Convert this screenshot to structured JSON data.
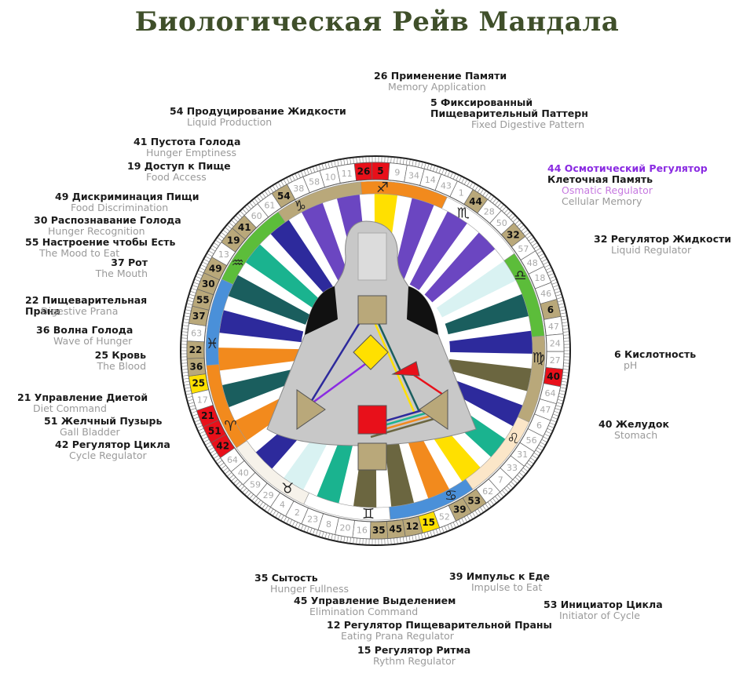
{
  "title": "Биологическая Рейв Мандала",
  "labels": {
    "g26": {
      "ru": "26 Применение Памяти",
      "en": "Memory Application"
    },
    "g5": {
      "ru": "5 Фиксированный\nПищеварительный Паттерн",
      "en": "Fixed Digestive Pattern"
    },
    "g54": {
      "ru": "54 Продуцирование Жидкости",
      "en": "Liquid Production"
    },
    "g41": {
      "ru": "41 Пустота Голода",
      "en": "Hunger Emptiness"
    },
    "g19": {
      "ru": "19 Доступ к Пище",
      "en": "Food Access"
    },
    "g44": {
      "ru": "44 Осмотический Регулятор",
      "ru2": "Клеточная Память",
      "en": "Osmatic Regulator",
      "en2": "Cellular Memory"
    },
    "g49": {
      "ru": "49 Дискриминация Пищи",
      "en": "Food Discrimination"
    },
    "g30": {
      "ru": "30 Распознавание Голода",
      "en": "Hunger Recognition"
    },
    "g55": {
      "ru": "55 Настроение чтобы Есть",
      "en": "The Mood to Eat"
    },
    "g37": {
      "ru": "37 Рот",
      "en": "The Mouth"
    },
    "g32": {
      "ru": "32 Регулятор Жидкости",
      "en": "Liquid Regulator"
    },
    "g22": {
      "ru": "22 Пищеварительная\nПрана",
      "en": "Digestive Prana"
    },
    "g36": {
      "ru": "36 Волна Голода",
      "en": "Wave of Hunger"
    },
    "g25": {
      "ru": "25 Кровь",
      "en": "The Blood"
    },
    "g6": {
      "ru": "6 Кислотность",
      "en": "pH"
    },
    "g21": {
      "ru": "21 Управление Диетой",
      "en": "Diet Command"
    },
    "g51": {
      "ru": "51 Желчный Пузырь",
      "en": "Gall Bladder"
    },
    "g42": {
      "ru": "42 Регулятор Цикла",
      "en": "Cycle Regulator"
    },
    "g40": {
      "ru": "40 Желудок",
      "en": "Stomach"
    },
    "g35": {
      "ru": "35 Сытость",
      "en": "Hunger Fullness"
    },
    "g39": {
      "ru": "39 Импульс к Еде",
      "en": "Impulse to Eat"
    },
    "g45": {
      "ru": "45 Управление Выделением",
      "en": "Elimination Command"
    },
    "g53": {
      "ru": "53 Инициатор Цикла",
      "en": "Initiator of Cycle"
    },
    "g12": {
      "ru": "12 Регулятор Пищеварительной Праны",
      "en": "Eating Prana Regulator"
    },
    "g15": {
      "ru": "15 Регулятор Ритма",
      "en": "Rythm Regulator"
    }
  },
  "wheel": {
    "outer_gates": [
      {
        "n": "26",
        "color": "#e8101a",
        "text": "#111"
      },
      {
        "n": "5",
        "color": "#e8101a",
        "text": "#111"
      },
      {
        "n": "9",
        "color": "#ffffff",
        "text": "#aaa"
      },
      {
        "n": "34",
        "color": "#ffffff",
        "text": "#aaa"
      },
      {
        "n": "14",
        "color": "#ffffff",
        "text": "#aaa"
      },
      {
        "n": "43",
        "color": "#ffffff",
        "text": "#aaa"
      },
      {
        "n": "1",
        "color": "#ffffff",
        "text": "#aaa"
      },
      {
        "n": "44",
        "color": "#b9a87a",
        "text": "#111"
      },
      {
        "n": "28",
        "color": "#ffffff",
        "text": "#aaa"
      },
      {
        "n": "50",
        "color": "#ffffff",
        "text": "#aaa"
      },
      {
        "n": "32",
        "color": "#b9a87a",
        "text": "#111"
      },
      {
        "n": "57",
        "color": "#ffffff",
        "text": "#aaa"
      },
      {
        "n": "48",
        "color": "#ffffff",
        "text": "#aaa"
      },
      {
        "n": "18",
        "color": "#ffffff",
        "text": "#aaa"
      },
      {
        "n": "46",
        "color": "#ffffff",
        "text": "#aaa"
      },
      {
        "n": "6",
        "color": "#b9a87a",
        "text": "#111"
      },
      {
        "n": "47",
        "color": "#ffffff",
        "text": "#aaa"
      },
      {
        "n": "24",
        "color": "#ffffff",
        "text": "#aaa"
      },
      {
        "n": "27",
        "color": "#ffffff",
        "text": "#aaa"
      },
      {
        "n": "40",
        "color": "#e8101a",
        "text": "#111"
      },
      {
        "n": "64",
        "color": "#ffffff",
        "text": "#aaa"
      },
      {
        "n": "47",
        "color": "#ffffff",
        "text": "#aaa"
      },
      {
        "n": "6",
        "color": "#ffffff",
        "text": "#aaa"
      },
      {
        "n": "56",
        "color": "#ffffff",
        "text": "#aaa"
      },
      {
        "n": "31",
        "color": "#ffffff",
        "text": "#aaa"
      },
      {
        "n": "33",
        "color": "#ffffff",
        "text": "#aaa"
      },
      {
        "n": "7",
        "color": "#ffffff",
        "text": "#aaa"
      },
      {
        "n": "62",
        "color": "#ffffff",
        "text": "#aaa"
      },
      {
        "n": "53",
        "color": "#b9a87a",
        "text": "#111"
      },
      {
        "n": "39",
        "color": "#b9a87a",
        "text": "#111"
      },
      {
        "n": "52",
        "color": "#ffffff",
        "text": "#aaa"
      },
      {
        "n": "15",
        "color": "#ffe000",
        "text": "#111"
      },
      {
        "n": "12",
        "color": "#b9a87a",
        "text": "#111"
      },
      {
        "n": "45",
        "color": "#b9a87a",
        "text": "#111"
      },
      {
        "n": "35",
        "color": "#b9a87a",
        "text": "#111"
      },
      {
        "n": "16",
        "color": "#ffffff",
        "text": "#aaa"
      },
      {
        "n": "20",
        "color": "#ffffff",
        "text": "#aaa"
      },
      {
        "n": "8",
        "color": "#ffffff",
        "text": "#aaa"
      },
      {
        "n": "23",
        "color": "#ffffff",
        "text": "#aaa"
      },
      {
        "n": "2",
        "color": "#ffffff",
        "text": "#aaa"
      },
      {
        "n": "4",
        "color": "#ffffff",
        "text": "#aaa"
      },
      {
        "n": "29",
        "color": "#ffffff",
        "text": "#aaa"
      },
      {
        "n": "59",
        "color": "#ffffff",
        "text": "#aaa"
      },
      {
        "n": "40",
        "color": "#ffffff",
        "text": "#aaa"
      },
      {
        "n": "64",
        "color": "#ffffff",
        "text": "#aaa"
      },
      {
        "n": "42",
        "color": "#e8101a",
        "text": "#111"
      },
      {
        "n": "51",
        "color": "#e8101a",
        "text": "#111"
      },
      {
        "n": "21",
        "color": "#e8101a",
        "text": "#111"
      },
      {
        "n": "17",
        "color": "#ffffff",
        "text": "#aaa"
      },
      {
        "n": "25",
        "color": "#ffe000",
        "text": "#111"
      },
      {
        "n": "36",
        "color": "#b9a87a",
        "text": "#111"
      },
      {
        "n": "22",
        "color": "#b9a87a",
        "text": "#111"
      },
      {
        "n": "63",
        "color": "#ffffff",
        "text": "#aaa"
      },
      {
        "n": "37",
        "color": "#b9a87a",
        "text": "#111"
      },
      {
        "n": "55",
        "color": "#b9a87a",
        "text": "#111"
      },
      {
        "n": "30",
        "color": "#b9a87a",
        "text": "#111"
      },
      {
        "n": "49",
        "color": "#b9a87a",
        "text": "#111"
      },
      {
        "n": "13",
        "color": "#ffffff",
        "text": "#aaa"
      },
      {
        "n": "19",
        "color": "#b9a87a",
        "text": "#111"
      },
      {
        "n": "41",
        "color": "#b9a87a",
        "text": "#111"
      },
      {
        "n": "60",
        "color": "#ffffff",
        "text": "#aaa"
      },
      {
        "n": "61",
        "color": "#ffffff",
        "text": "#aaa"
      },
      {
        "n": "54",
        "color": "#b9a87a",
        "text": "#111"
      },
      {
        "n": "38",
        "color": "#ffffff",
        "text": "#aaa"
      },
      {
        "n": "58",
        "color": "#ffffff",
        "text": "#aaa"
      },
      {
        "n": "10",
        "color": "#ffffff",
        "text": "#aaa"
      },
      {
        "n": "11",
        "color": "#ffffff",
        "text": "#aaa"
      }
    ],
    "zodiac": [
      {
        "sym": "♑",
        "color": "#b9a87a"
      },
      {
        "sym": "♐",
        "color": "#f28a1d"
      },
      {
        "sym": "♏",
        "color": "#ffffff"
      },
      {
        "sym": "♎",
        "color": "#5cbd3a"
      },
      {
        "sym": "♍",
        "color": "#b9a87a"
      },
      {
        "sym": "♌",
        "color": "#fbe6c8"
      },
      {
        "sym": "♋",
        "color": "#4a90d9"
      },
      {
        "sym": "♊",
        "color": "#ffffff"
      },
      {
        "sym": "♉",
        "color": "#f6f2ea"
      },
      {
        "sym": "♈",
        "color": "#f28a1d"
      },
      {
        "sym": "♓",
        "color": "#4a90d9"
      },
      {
        "sym": "♒",
        "color": "#5cbd3a"
      }
    ],
    "rays": [
      {
        "color": "#6b46c1"
      },
      {
        "color": "#ffe000"
      },
      {
        "color": "#6b46c1"
      },
      {
        "color": "#6b46c1"
      },
      {
        "color": "#6b46c1"
      },
      {
        "color": "#d9f2f2"
      },
      {
        "color": "#1a5e5e"
      },
      {
        "color": "#2d2a9c"
      },
      {
        "color": "#6b6640"
      },
      {
        "color": "#2d2a9c"
      },
      {
        "color": "#1ab38f"
      },
      {
        "color": "#ffe000"
      },
      {
        "color": "#f28a1d"
      },
      {
        "color": "#6b6640"
      },
      {
        "color": "#6b6640"
      },
      {
        "color": "#1ab38f"
      },
      {
        "color": "#d9f2f2"
      },
      {
        "color": "#2d2a9c"
      },
      {
        "color": "#f28a1d"
      },
      {
        "color": "#1a5e5e"
      },
      {
        "color": "#f28a1d"
      },
      {
        "color": "#2d2a9c"
      },
      {
        "color": "#1a5e5e"
      },
      {
        "color": "#1ab38f"
      },
      {
        "color": "#2d2a9c"
      },
      {
        "color": "#6b46c1"
      }
    ]
  }
}
